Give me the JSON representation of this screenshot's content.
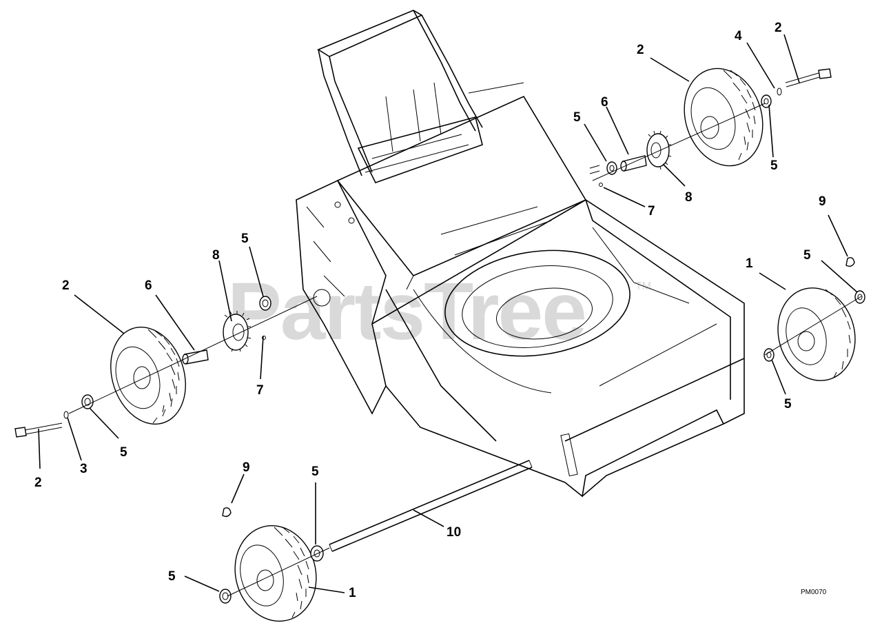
{
  "diagram": {
    "watermark": "PartsTree",
    "watermark_tm": "TM",
    "figure_code": "PM0070",
    "callouts": [
      {
        "id": "c1",
        "label": "2"
      },
      {
        "id": "c2",
        "label": "6"
      },
      {
        "id": "c3",
        "label": "8"
      },
      {
        "id": "c4",
        "label": "5"
      },
      {
        "id": "c5",
        "label": "7"
      },
      {
        "id": "c6",
        "label": "5"
      },
      {
        "id": "c7",
        "label": "3"
      },
      {
        "id": "c8",
        "label": "2"
      },
      {
        "id": "c9",
        "label": "9"
      },
      {
        "id": "c10",
        "label": "5"
      },
      {
        "id": "c11",
        "label": "10"
      },
      {
        "id": "c12",
        "label": "5"
      },
      {
        "id": "c13",
        "label": "1"
      },
      {
        "id": "c14",
        "label": "2"
      },
      {
        "id": "c15",
        "label": "4"
      },
      {
        "id": "c16",
        "label": "2"
      },
      {
        "id": "c17",
        "label": "6"
      },
      {
        "id": "c18",
        "label": "5"
      },
      {
        "id": "c19",
        "label": "8"
      },
      {
        "id": "c20",
        "label": "7"
      },
      {
        "id": "c21",
        "label": "5"
      },
      {
        "id": "c22",
        "label": "9"
      },
      {
        "id": "c23",
        "label": "5"
      },
      {
        "id": "c24",
        "label": "1"
      },
      {
        "id": "c25",
        "label": "5"
      }
    ]
  }
}
